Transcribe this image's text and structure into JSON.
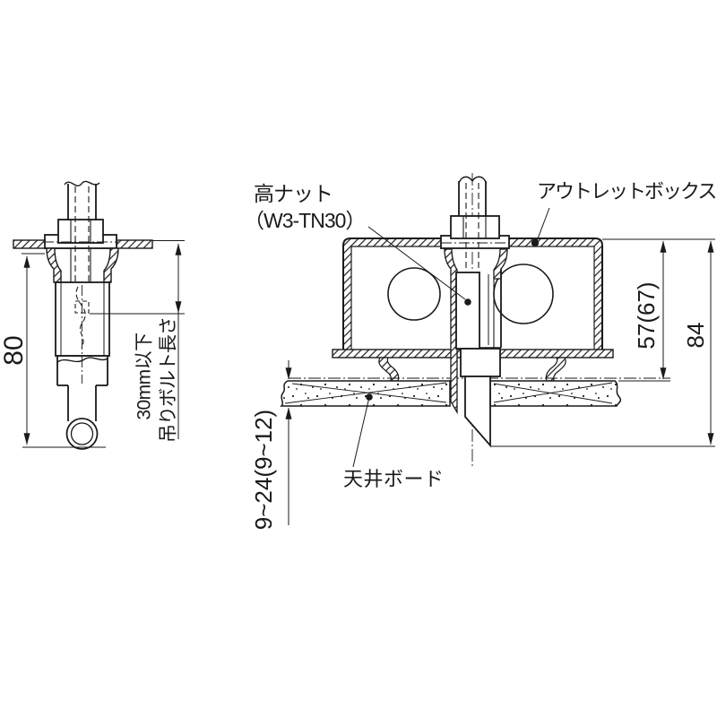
{
  "colors": {
    "line": "#1a1a1a",
    "background": "#ffffff"
  },
  "left_view": {
    "height_dim": "80",
    "bolt_note_line1": "吊りボルト長さ",
    "bolt_note_line2": "30mm以下"
  },
  "right_view": {
    "high_nut_label": "高ナット",
    "high_nut_model": "（W3-TN30）",
    "outlet_box_label": "アウトレットボックス",
    "ceiling_board_label": "天井ボード",
    "box_inside_dim": "57(67)",
    "overall_dim": "84",
    "board_thickness_dim": "9~24(9~12)"
  }
}
